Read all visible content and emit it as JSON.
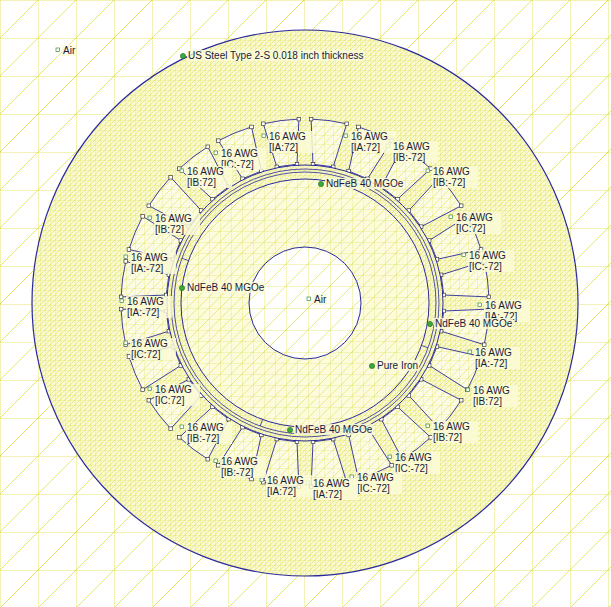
{
  "diagram": {
    "labels": [
      "Air",
      "US Steel Type 2-S 0.018 inch thickness",
      "16 AWG [IA:72]",
      "16 AWG [IA:72]",
      "16 AWG [IB:-72]",
      "16 AWG [IC:-72]",
      "16 AWG [IB:72]",
      "16 AWG [IB:-72]",
      "NdFeB 40 MGOe",
      "16 AWG [IB:72]",
      "16 AWG [IC:72]",
      "16 AWG [IA:-72]",
      "16 AWG [IC:-72]",
      "NdFeB 40 MGOe",
      "Air",
      "16 AWG [IA:-72]",
      "16 AWG [IA:-72]",
      "NdFeB 40 MGOe",
      "16 AWG [IC:72]",
      "16 AWG [IA:-72]",
      "Pure Iron",
      "16 AWG [IC:72]",
      "16 AWG [IB:72]",
      "16 AWG [IB:-72]",
      "16 AWG [IB:72]",
      "NdFeB 40 MGOe",
      "16 AWG [IB:-72]",
      "16 AWG [IC:-72]",
      "16 AWG [IC:-72]",
      "16 AWG [IA:72]",
      "16 AWG [IA:72]"
    ]
  }
}
